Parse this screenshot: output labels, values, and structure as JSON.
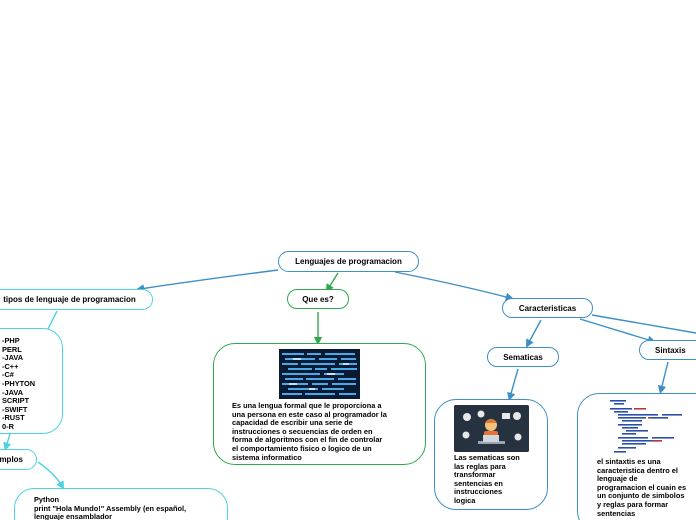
{
  "root": {
    "label": "Lenguajes de programacion"
  },
  "tipos": {
    "label": "tipos de lenguaje de programacion",
    "items": [
      "-PHP",
      "PERL",
      "-JAVA",
      "-C++",
      "-C#",
      "-PHYTON",
      "-JAVA",
      "SCRIPT",
      "-SWIFT",
      "-RUST",
      "0-R"
    ]
  },
  "ejemplos": {
    "label": "mplos",
    "text": "Python\nprint \"Hola Mundo!\" Assembly (en español,\nlenguaje ensamblador"
  },
  "que_es": {
    "label": "Que es?",
    "text": "Es una lengua formal que le proporciona a\nuna persona en este caso al programador la\ncapacidad de escribir una serie de\ninstrucciones o secuencias de orden en\nforma de algoritmos con el fin de controlar\nel comportamiento fisico o logico de un\nsistema informatico"
  },
  "caracteristicas": {
    "label": "Caracteristicas"
  },
  "sematicas": {
    "label": "Sematicas",
    "text": "Las sematicas son\nlas reglas para\ntransformar\nsentencias en\ninstrucciones\nlogica"
  },
  "sintaxis": {
    "label": "Sintaxis",
    "text": "el sintaxtis es una\ncaracteristica dentro el\nlenguaje de\nprogramacion el cuain es\nun conjunto de simbolos\ny reglas para formar\nsentencias"
  },
  "icons": {
    "code_image": "code-screen-image",
    "developer_image": "developer-illustration",
    "syntax_image": "code-snippet-image"
  },
  "colors": {
    "blue_link": "#3d8fc6",
    "cyan_link": "#4fd2e0",
    "green_link": "#2fa84f"
  }
}
